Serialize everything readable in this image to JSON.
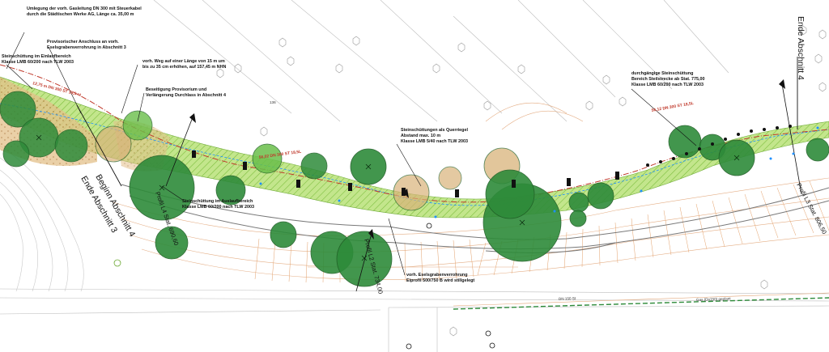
{
  "notes": {
    "umlegung": [
      "Umlegung der vorh. Gasleitung DN 300 mit Steuerkabel",
      "durch die Städtischen Werke AG, Länge ca. 35,00 m"
    ],
    "provisorisch": [
      "Provisorischer Anschluss an vorh.",
      "Eselsgrabenverrohrung in Abschnitt 3"
    ],
    "einlauf": [
      "Steinschüttung im Einlaufbereich",
      "Klasse LMB 60/200 nach TLW 2003"
    ],
    "weg": [
      "vorh. Weg auf einer Länge von 15 m um",
      "bis zu 35 cm erhöhen, auf 157,45 m NHN"
    ],
    "beseitigung": [
      "Beseitigung Provisorium und",
      "Verlängerung Durchlass in Abschnitt 4"
    ],
    "querriegel": [
      "Steinschüttungen als Querriegel",
      "Abstand max. 10 m",
      "Klasse LMB 5/40 nach TLW 2003"
    ],
    "durchgaengig": [
      "durchgängige Steinschüttung",
      "Bereich Steilstrecke ab Stat. 775,00",
      "Klasse LMB 60/200 nach TLW 2003"
    ],
    "auslauf": [
      "Steinschüttung im Auslaufbereich",
      "Klasse LMB 60/200 nach TLW 2003"
    ],
    "eselsgraben": [
      "vorh. Eselsgrabenverrohrung",
      "Eiprofil 500/750 B wird stillgelegt"
    ]
  },
  "labels": {
    "ende4": "Ende Abschnitt 4",
    "beginn4": "Beginn Abschnitt 4",
    "ende3": "Ende Abschnitt 3",
    "profil_l4": "Profil L4 Stat. 690,60",
    "profil_l2": "Profil L2 Stat. 734,00",
    "profil_l3": "Profil L3 Stat. 806,50",
    "gas_left": "12,75 m DN 300 ST 18,5 st",
    "gas_mid": "56,02 DN 300 ST 18,5L",
    "gas_right": "56,12 DN 300 ST 18,5L",
    "gas_bottom": "DN 150 St",
    "bottom_note": "Gas (Dn150) geplant",
    "elev_136": "136"
  },
  "colors": {
    "tree_dark": "#2e8b3a",
    "tree_light": "#6abf4b",
    "stream_fill": "#b8e07a",
    "rock_fill": "#d9b37a",
    "gas_red": "#c0392b",
    "contour_orange": "#e0a070",
    "water_blue": "#1e90ff"
  }
}
